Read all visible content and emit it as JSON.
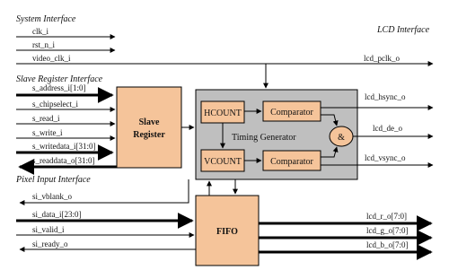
{
  "sections": {
    "system": "System Interface",
    "lcd": "LCD Interface",
    "slave_reg": "Slave Register Interface",
    "pixel_input": "Pixel Input Interface"
  },
  "signals": {
    "clk_i": "clk_i",
    "rst_n_i": "rst_n_i",
    "video_clk_i": "video_clk_i",
    "lcd_pclk_o": "lcd_pclk_o",
    "s_address_i": "s_address_i[1:0]",
    "s_chipselect_i": "s_chipselect_i",
    "s_read_i": "s_read_i",
    "s_write_i": "s_write_i",
    "s_writedata_i": "s_writedata_i[31:0]",
    "s_readdata_o": "s_readdata_o[31:0]",
    "lcd_hsync_o": "lcd_hsync_o",
    "lcd_de_o": "lcd_de_o",
    "lcd_vsync_o": "lcd_vsync_o",
    "si_vblank_o": "si_vblank_o",
    "si_data_i": "si_data_i[23:0]",
    "si_valid_i": "si_valid_i",
    "si_ready_o": "si_ready_o",
    "lcd_r_o": "lcd_r_o[7:0]",
    "lcd_g_o": "lcd_g_o[7:0]",
    "lcd_b_o": "lcd_b_o[7:0]"
  },
  "blocks": {
    "slave_line1": "Slave",
    "slave_line2": "Register",
    "hcount": "HCOUNT",
    "vcount": "VCOUNT",
    "comparator_top": "Comparator",
    "comparator_bottom": "Comparator",
    "and_gate": "&",
    "timing_generator": "Timing Generator",
    "fifo": "FIFO"
  },
  "colors": {
    "block_fill": "#f5c49a",
    "timing_bg": "#bfbfbf",
    "line": "#000000"
  }
}
